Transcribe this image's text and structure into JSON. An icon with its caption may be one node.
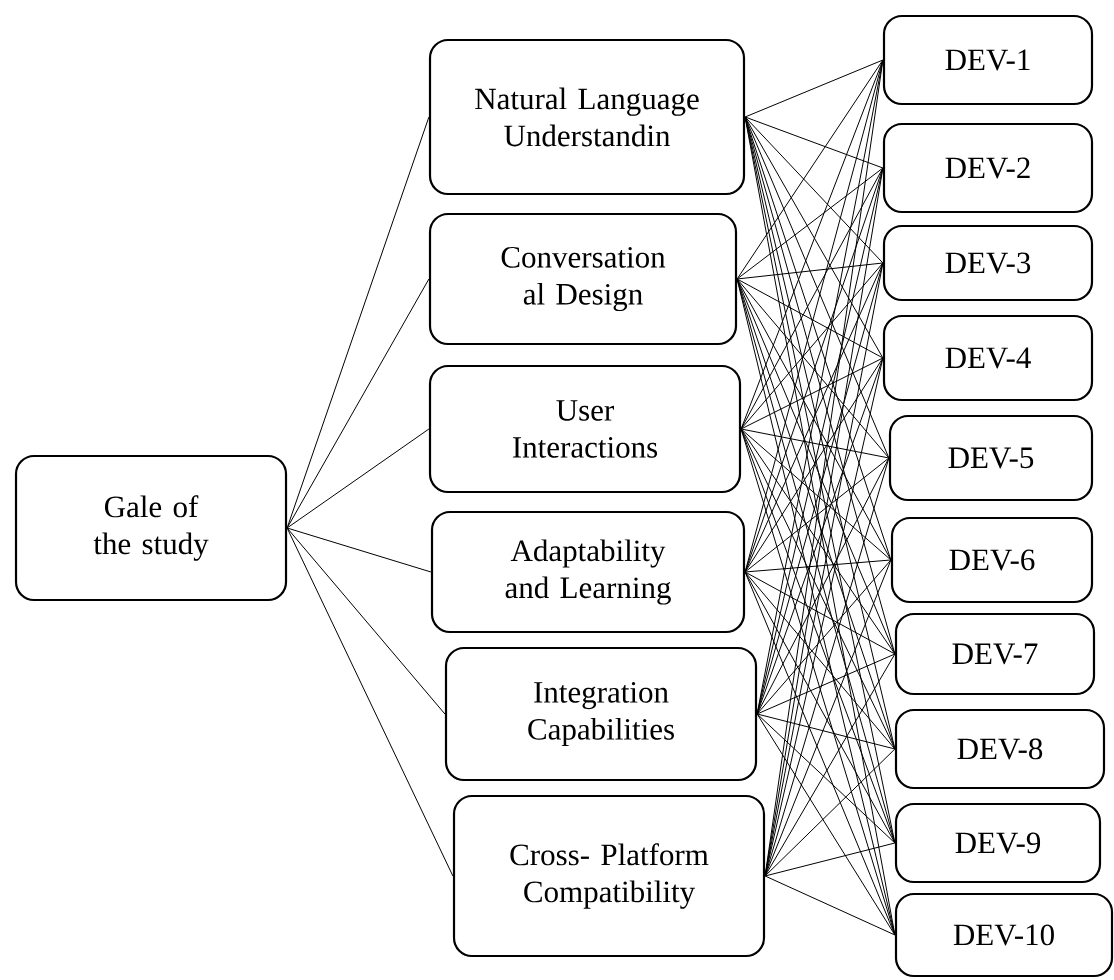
{
  "diagram": {
    "nodes": [
      {
        "text": [
          "Gale of the study"
        ]
      },
      {
        "text": [
          "Natural Language Understandin"
        ]
      },
      {
        "text": [
          "Conversation al Design"
        ]
      },
      {
        "text": [
          "User Interactions"
        ]
      },
      {
        "text": [
          "Adaptability and Learning"
        ]
      },
      {
        "text": [
          "Integration Capabilities"
        ]
      },
      {
        "text": [
          "Cross- Platform Compatibility"
        ]
      },
      {
        "text": [
          "DEV-1"
        ]
      },
      {
        "text": [
          "DEV-2"
        ]
      },
      {
        "text": [
          "DEV-3"
        ]
      },
      {
        "text": [
          "DEV-4"
        ]
      },
      {
        "text": [
          "DEV-5"
        ]
      },
      {
        "text": [
          "DEV-6"
        ]
      },
      {
        "text": [
          "DEV-7"
        ]
      },
      {
        "text": [
          "DEV-8"
        ]
      },
      {
        "text": [
          "DEV-9"
        ]
      },
      {
        "text": [
          "DEV-10"
        ]
      }
    ],
    "edges": [
      {
        "from": 0,
        "to": 1,
        "arrow": "none"
      },
      {
        "from": 0,
        "to": 2,
        "arrow": "none"
      },
      {
        "from": 0,
        "to": 3,
        "arrow": "none"
      },
      {
        "from": 0,
        "to": 4,
        "arrow": "none"
      },
      {
        "from": 0,
        "to": 5,
        "arrow": "none"
      },
      {
        "from": 0,
        "to": 6,
        "arrow": "none"
      },
      {
        "from": 1,
        "to": 7,
        "arrow": "none"
      },
      {
        "from": 1,
        "to": 8,
        "arrow": "none"
      },
      {
        "from": 1,
        "to": 9,
        "arrow": "none"
      },
      {
        "from": 1,
        "to": 10,
        "arrow": "none"
      },
      {
        "from": 1,
        "to": 11,
        "arrow": "none"
      },
      {
        "from": 1,
        "to": 12,
        "arrow": "none"
      },
      {
        "from": 1,
        "to": 13,
        "arrow": "none"
      },
      {
        "from": 1,
        "to": 14,
        "arrow": "none"
      },
      {
        "from": 1,
        "to": 15,
        "arrow": "none"
      },
      {
        "from": 1,
        "to": 16,
        "arrow": "none"
      },
      {
        "from": 2,
        "to": 7,
        "arrow": "none"
      },
      {
        "from": 2,
        "to": 8,
        "arrow": "none"
      },
      {
        "from": 2,
        "to": 9,
        "arrow": "none"
      },
      {
        "from": 2,
        "to": 10,
        "arrow": "none"
      },
      {
        "from": 2,
        "to": 11,
        "arrow": "none"
      },
      {
        "from": 2,
        "to": 12,
        "arrow": "none"
      },
      {
        "from": 2,
        "to": 13,
        "arrow": "none"
      },
      {
        "from": 2,
        "to": 14,
        "arrow": "none"
      },
      {
        "from": 2,
        "to": 15,
        "arrow": "none"
      },
      {
        "from": 2,
        "to": 16,
        "arrow": "none"
      },
      {
        "from": 3,
        "to": 7,
        "arrow": "none"
      },
      {
        "from": 3,
        "to": 8,
        "arrow": "none"
      },
      {
        "from": 3,
        "to": 9,
        "arrow": "none"
      },
      {
        "from": 3,
        "to": 10,
        "arrow": "none"
      },
      {
        "from": 3,
        "to": 11,
        "arrow": "none"
      },
      {
        "from": 3,
        "to": 12,
        "arrow": "none"
      },
      {
        "from": 3,
        "to": 13,
        "arrow": "none"
      },
      {
        "from": 3,
        "to": 14,
        "arrow": "none"
      },
      {
        "from": 3,
        "to": 15,
        "arrow": "none"
      },
      {
        "from": 3,
        "to": 16,
        "arrow": "none"
      },
      {
        "from": 4,
        "to": 7,
        "arrow": "none"
      },
      {
        "from": 4,
        "to": 8,
        "arrow": "none"
      },
      {
        "from": 4,
        "to": 9,
        "arrow": "none"
      },
      {
        "from": 4,
        "to": 10,
        "arrow": "none"
      },
      {
        "from": 4,
        "to": 11,
        "arrow": "none"
      },
      {
        "from": 4,
        "to": 12,
        "arrow": "none"
      },
      {
        "from": 4,
        "to": 13,
        "arrow": "none"
      },
      {
        "from": 4,
        "to": 14,
        "arrow": "none"
      },
      {
        "from": 4,
        "to": 15,
        "arrow": "none"
      },
      {
        "from": 4,
        "to": 16,
        "arrow": "none"
      },
      {
        "from": 5,
        "to": 7,
        "arrow": "none"
      },
      {
        "from": 5,
        "to": 8,
        "arrow": "none"
      },
      {
        "from": 5,
        "to": 9,
        "arrow": "none"
      },
      {
        "from": 5,
        "to": 10,
        "arrow": "none"
      },
      {
        "from": 5,
        "to": 11,
        "arrow": "none"
      },
      {
        "from": 5,
        "to": 12,
        "arrow": "none"
      },
      {
        "from": 5,
        "to": 13,
        "arrow": "none"
      },
      {
        "from": 5,
        "to": 14,
        "arrow": "none"
      },
      {
        "from": 5,
        "to": 15,
        "arrow": "none"
      },
      {
        "from": 5,
        "to": 16,
        "arrow": "none"
      },
      {
        "from": 6,
        "to": 7,
        "arrow": "none"
      },
      {
        "from": 6,
        "to": 8,
        "arrow": "none"
      },
      {
        "from": 6,
        "to": 9,
        "arrow": "none"
      },
      {
        "from": 6,
        "to": 10,
        "arrow": "none"
      },
      {
        "from": 6,
        "to": 11,
        "arrow": "none"
      },
      {
        "from": 6,
        "to": 12,
        "arrow": "none"
      },
      {
        "from": 6,
        "to": 13,
        "arrow": "none"
      },
      {
        "from": 6,
        "to": 14,
        "arrow": "none"
      },
      {
        "from": 6,
        "to": 15,
        "arrow": "none"
      },
      {
        "from": 6,
        "to": 16,
        "arrow": "none"
      }
    ]
  }
}
